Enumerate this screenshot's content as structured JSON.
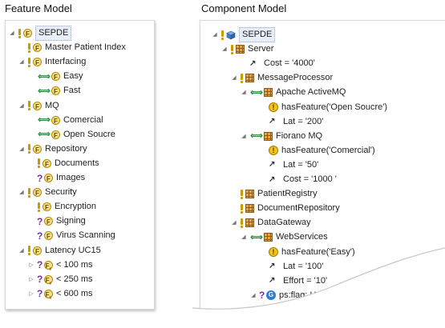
{
  "headings": {
    "feature": "Feature Model",
    "component": "Component Model"
  },
  "feature_tree": [
    {
      "label": "SEPDE",
      "icon": "bang-f",
      "toggle": "◢",
      "indent": 0,
      "selected": true
    },
    {
      "label": "Master Patient Index",
      "icon": "bang-f",
      "toggle": "",
      "indent": 1
    },
    {
      "label": "Interfacing",
      "icon": "bang-f",
      "toggle": "◢",
      "indent": 1
    },
    {
      "label": "Easy",
      "icon": "alt-f",
      "toggle": "",
      "indent": 2
    },
    {
      "label": "Fast",
      "icon": "alt-f",
      "toggle": "",
      "indent": 2
    },
    {
      "label": "MQ",
      "icon": "bang-f",
      "toggle": "◢",
      "indent": 1
    },
    {
      "label": "Comercial",
      "icon": "alt-f",
      "toggle": "",
      "indent": 2
    },
    {
      "label": "Open Soucre",
      "icon": "alt-f",
      "toggle": "",
      "indent": 2
    },
    {
      "label": "Repository",
      "icon": "bang-f",
      "toggle": "◢",
      "indent": 1
    },
    {
      "label": "Documents",
      "icon": "bang-f",
      "toggle": "",
      "indent": 2
    },
    {
      "label": "Images",
      "icon": "q-f",
      "toggle": "",
      "indent": 2
    },
    {
      "label": "Security",
      "icon": "bang-f",
      "toggle": "◢",
      "indent": 1
    },
    {
      "label": "Encryption",
      "icon": "bang-f",
      "toggle": "",
      "indent": 2
    },
    {
      "label": "Signing",
      "icon": "q-f",
      "toggle": "",
      "indent": 2
    },
    {
      "label": "Virus Scanning",
      "icon": "q-f",
      "toggle": "",
      "indent": 2
    },
    {
      "label": "Latency UC15",
      "icon": "bang-f",
      "toggle": "◢",
      "indent": 1
    },
    {
      "label": "< 100 ms",
      "icon": "q-fc",
      "toggle": "▷",
      "indent": 2
    },
    {
      "label": "< 250 ms",
      "icon": "q-fc",
      "toggle": "▷",
      "indent": 2
    },
    {
      "label": "< 600 ms",
      "icon": "q-fc",
      "toggle": "▷",
      "indent": 2
    }
  ],
  "component_tree": [
    {
      "label": "SEPDE",
      "icon": "bang-cube",
      "toggle": "◢",
      "indent": 0,
      "selected": true
    },
    {
      "label": "Server",
      "icon": "bang-grid",
      "toggle": "◢",
      "indent": 1
    },
    {
      "label": "Cost = '4000'",
      "icon": "attr",
      "toggle": "",
      "indent": 3
    },
    {
      "label": "MessageProcessor",
      "icon": "bang-grid",
      "toggle": "◢",
      "indent": 2
    },
    {
      "label": "Apache ActiveMQ",
      "icon": "alt-grid",
      "toggle": "◢",
      "indent": 3
    },
    {
      "label": "hasFeature('Open Soucre')",
      "icon": "warn",
      "toggle": "",
      "indent": 5
    },
    {
      "label": "Lat = '200'",
      "icon": "attr",
      "toggle": "",
      "indent": 5
    },
    {
      "label": "Fiorano MQ",
      "icon": "alt-grid",
      "toggle": "◢",
      "indent": 3
    },
    {
      "label": "hasFeature('Comercial')",
      "icon": "warn",
      "toggle": "",
      "indent": 5
    },
    {
      "label": "Lat = '50'",
      "icon": "attr",
      "toggle": "",
      "indent": 5
    },
    {
      "label": "Cost = '1000 '",
      "icon": "attr",
      "toggle": "",
      "indent": 5
    },
    {
      "label": "PatientRegistry",
      "icon": "bang-grid",
      "toggle": "",
      "indent": 2
    },
    {
      "label": "DocumentRepository",
      "icon": "bang-grid",
      "toggle": "",
      "indent": 2
    },
    {
      "label": "DataGateway",
      "icon": "bang-grid",
      "toggle": "◢",
      "indent": 2
    },
    {
      "label": "WebServices",
      "icon": "alt-grid",
      "toggle": "◢",
      "indent": 3
    },
    {
      "label": "hasFeature('Easy')",
      "icon": "warn",
      "toggle": "",
      "indent": 5
    },
    {
      "label": "Lat = '100'",
      "icon": "attr",
      "toggle": "",
      "indent": 5
    },
    {
      "label": "Effort = '10'",
      "icon": "attr",
      "toggle": "",
      "indent": 5
    },
    {
      "label": "ps:flag: H",
      "icon": "q-ps",
      "toggle": "◢",
      "indent": 4
    }
  ]
}
